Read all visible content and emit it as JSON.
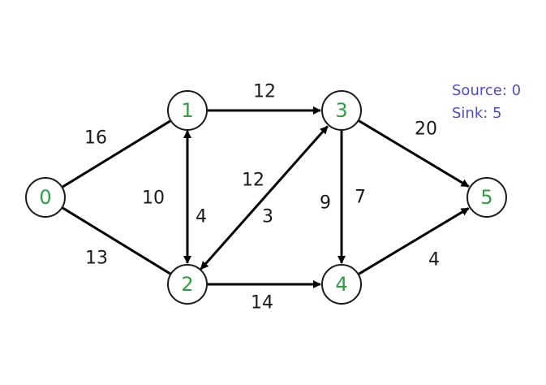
{
  "legend": {
    "source": "Source: 0",
    "sink": "Sink: 5"
  },
  "nodes": [
    {
      "id": "0",
      "label": "0"
    },
    {
      "id": "1",
      "label": "1"
    },
    {
      "id": "2",
      "label": "2"
    },
    {
      "id": "3",
      "label": "3"
    },
    {
      "id": "4",
      "label": "4"
    },
    {
      "id": "5",
      "label": "5"
    }
  ],
  "edges": [
    {
      "from": "0",
      "to": "1",
      "label": "16",
      "arrow": false
    },
    {
      "from": "0",
      "to": "2",
      "label": "13",
      "arrow": false
    },
    {
      "from": "1",
      "to": "3",
      "label": "12",
      "arrow": true
    },
    {
      "from": "3",
      "to": "5",
      "label": "20",
      "arrow": true
    },
    {
      "from": "2",
      "to": "4",
      "label": "14",
      "arrow": true
    },
    {
      "from": "4",
      "to": "5",
      "label": "4",
      "arrow": true
    },
    {
      "from": "3",
      "to": "4",
      "label": "9",
      "arrow": true
    },
    {
      "from": "1",
      "to": "2",
      "label": "10",
      "arrow": true
    },
    {
      "from": "2",
      "to": "1",
      "label": "4",
      "arrow": true
    },
    {
      "from": "2",
      "to": "3",
      "label": "12",
      "arrow": true
    },
    {
      "from": "3",
      "to": "2",
      "label": "3",
      "arrow": true
    },
    {
      "from": "4",
      "to": "3",
      "label": "7",
      "arrow": false
    }
  ]
}
